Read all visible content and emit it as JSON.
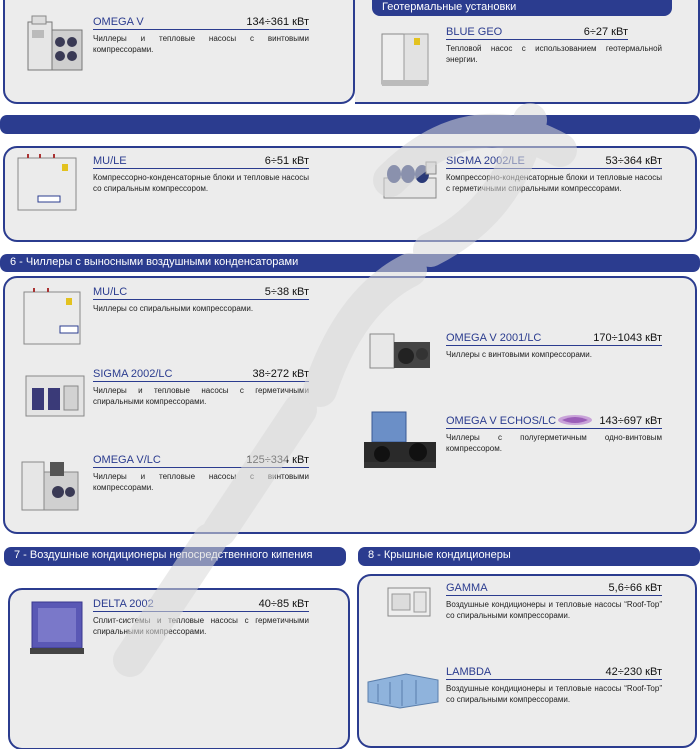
{
  "sections": {
    "geo_title": "Геотермальные установки",
    "s6_title": "6 - Чиллеры с выносными воздушными конденсаторами",
    "s7_title": "7 - Воздушные кондиционеры непосредственного кипения",
    "s8_title": "8 - Крышные кондиционеры"
  },
  "products": {
    "omega_v": {
      "name": "OMEGA V",
      "power": "134÷361 кВт",
      "desc": "Чиллеры и тепловые насосы с винтовыми компрессорами."
    },
    "blue_geo": {
      "name": "BLUE GEO",
      "power": "6÷27 кВт",
      "desc": "Тепловой насос с использованием геотермальной энергии."
    },
    "mu_le": {
      "name": "MU/LE",
      "power": "6÷51 кВт",
      "desc": "Компрессорно-конденсаторные блоки и тепловые насосы со спиральным компрессором."
    },
    "sigma_2002_le": {
      "name": "SIGMA 2002/LE",
      "power": "53÷364 кВт",
      "desc": "Компрессорно-конденсаторные блоки и тепловые насосы с герметичными спиральными компрессорами."
    },
    "mu_lc": {
      "name": "MU/LC",
      "power": "5÷38 кВт",
      "desc": "Чиллеры со спиральными компрессорами."
    },
    "sigma_2002_lc": {
      "name": "SIGMA 2002/LC",
      "power": "38÷272 кВт",
      "desc": "Чиллеры и тепловые насосы с герметичными спиральными компрессорами."
    },
    "omega_v_lc": {
      "name": "OMEGA V/LC",
      "power": "125÷334 кВт",
      "desc": "Чиллеры и тепловые насосы с винтовыми компрессорами."
    },
    "omega_v_2001_lc": {
      "name": "OMEGA V 2001/LC",
      "power": "170÷1043 кВт",
      "desc": "Чиллеры с винтовыми компрессорами."
    },
    "omega_v_echos_lc": {
      "name": "OMEGA V ECHOS/LC",
      "power": "143÷697 кВт",
      "desc": "Чиллеры с полугерметичным одно-винтовым компрессором."
    },
    "delta_2002": {
      "name": "DELTA 2002",
      "power": "40÷85 кВт",
      "desc": "Сплит-системы и тепловые насосы с герметичными спиральными компрессорами."
    },
    "gamma": {
      "name": "GAMMA",
      "power": "5,6÷66 кВт",
      "desc": "Воздушные кондиционеры и тепловые насосы “Roof-Top” со спиральными компрессорами."
    },
    "lambda": {
      "name": "LAMBDA",
      "power": "42÷230 кВт",
      "desc": "Воздушные кондиционеры и тепловые насосы “Roof-Top” со спиральными компрессорами."
    }
  },
  "colors": {
    "accent": "#2b3c8f",
    "panel_bg": "#ececec",
    "watermark": "#d7d7d7"
  },
  "icons": [
    "chiller-unit-icon",
    "heat-pump-icon",
    "condensing-unit-icon",
    "roof-top-unit-icon",
    "split-unit-icon",
    "eco-leaf-badge-icon"
  ]
}
